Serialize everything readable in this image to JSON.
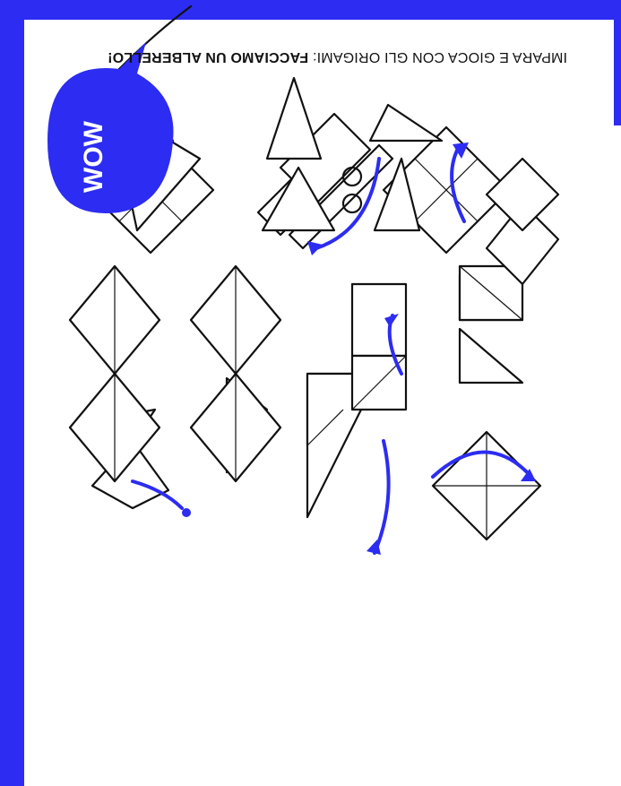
{
  "caption": {
    "lead": "IMPARA E GIOCA CON GLI ORIGAMI: ",
    "highlight": "FACCIAMO UN ALBERELLO!"
  },
  "bubble": {
    "text": "WOW",
    "color": "#2c2cf2"
  },
  "colors": {
    "accent": "#2c2cf2",
    "ink": "#111111",
    "background": "#ffffff"
  }
}
